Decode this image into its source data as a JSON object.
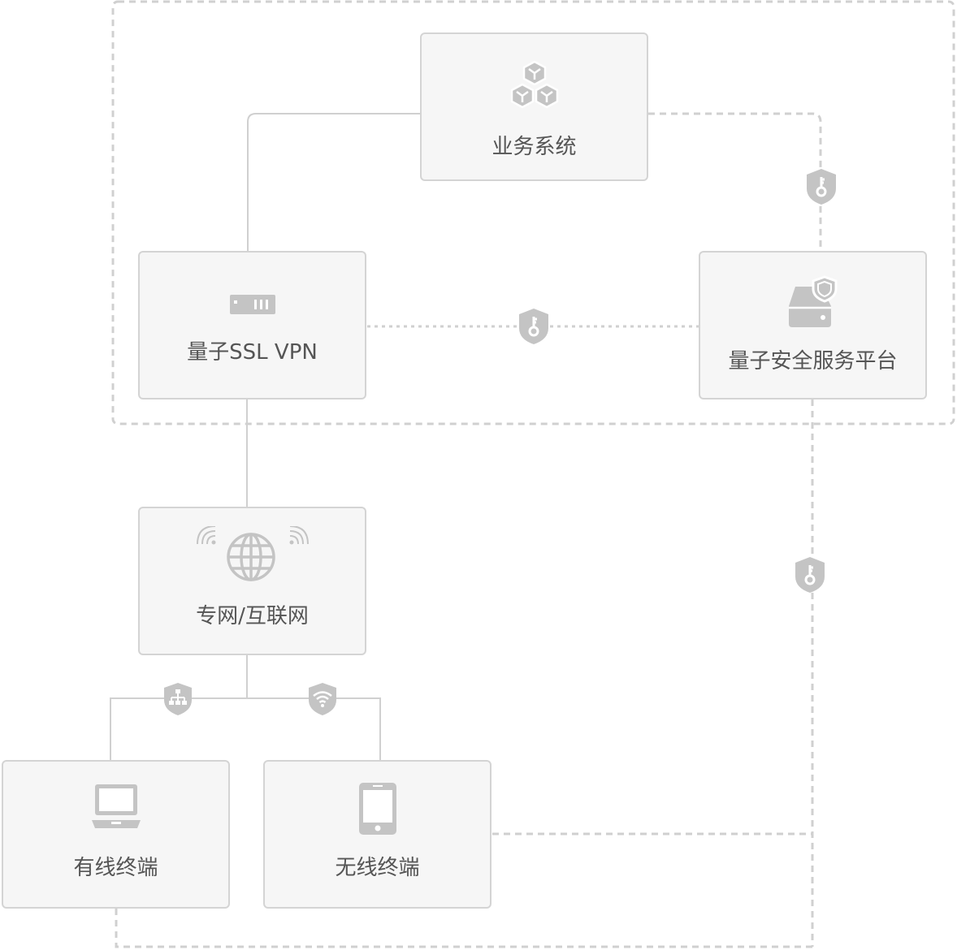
{
  "nodes": {
    "business_system": "业务系统",
    "quantum_ssl_vpn": "量子SSL VPN",
    "quantum_security_platform": "量子安全服务平台",
    "private_internet": "专网/互联网",
    "wired_terminal": "有线终端",
    "wireless_terminal": "无线终端"
  },
  "icons": {
    "business_system": "cubes-icon",
    "quantum_ssl_vpn": "server-rack-icon",
    "quantum_security_platform": "secure-drive-icon",
    "private_internet": "globe-signal-icon",
    "wired_terminal": "laptop-icon",
    "wireless_terminal": "tablet-icon",
    "key_badges": "shield-key-icon",
    "wired_badge": "shield-network-icon",
    "wireless_badge": "shield-wifi-icon"
  },
  "colors": {
    "node_fill": "#f6f6f6",
    "node_border": "#d4d4d4",
    "line": "#d0d0d0",
    "icon": "#c4c4c4",
    "label": "#555555"
  }
}
